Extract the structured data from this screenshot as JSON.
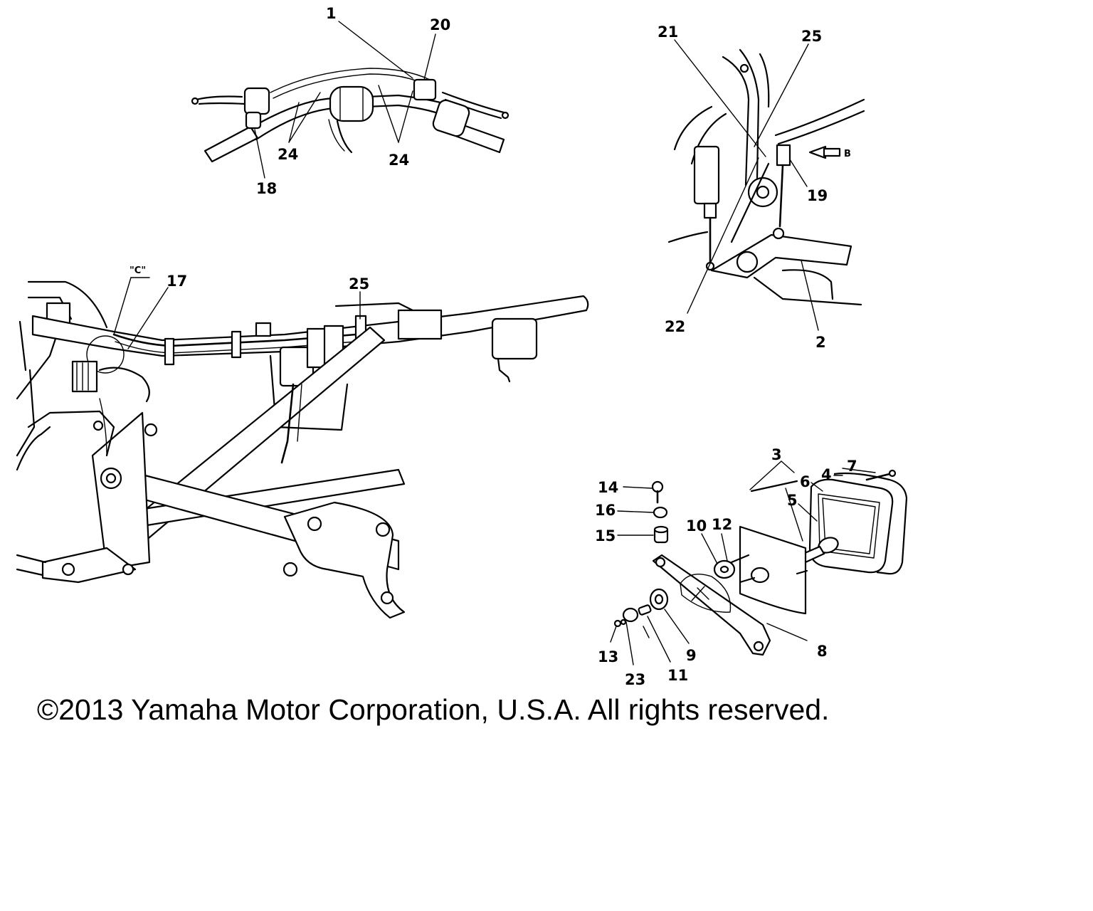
{
  "callouts": {
    "handlebar": [
      "1",
      "20",
      "24",
      "24",
      "18"
    ],
    "brake_switch": [
      "21",
      "25",
      "B",
      "19",
      "22",
      "2"
    ],
    "frame": [
      "\"C\"",
      "17",
      "25"
    ],
    "tail_light": [
      "3",
      "7",
      "4",
      "6",
      "5",
      "14",
      "16",
      "15",
      "10",
      "12",
      "8",
      "9",
      "11",
      "13",
      "23"
    ]
  },
  "copyright": "©2013 Yamaha Motor Corporation, U.S.A. All rights reserved."
}
